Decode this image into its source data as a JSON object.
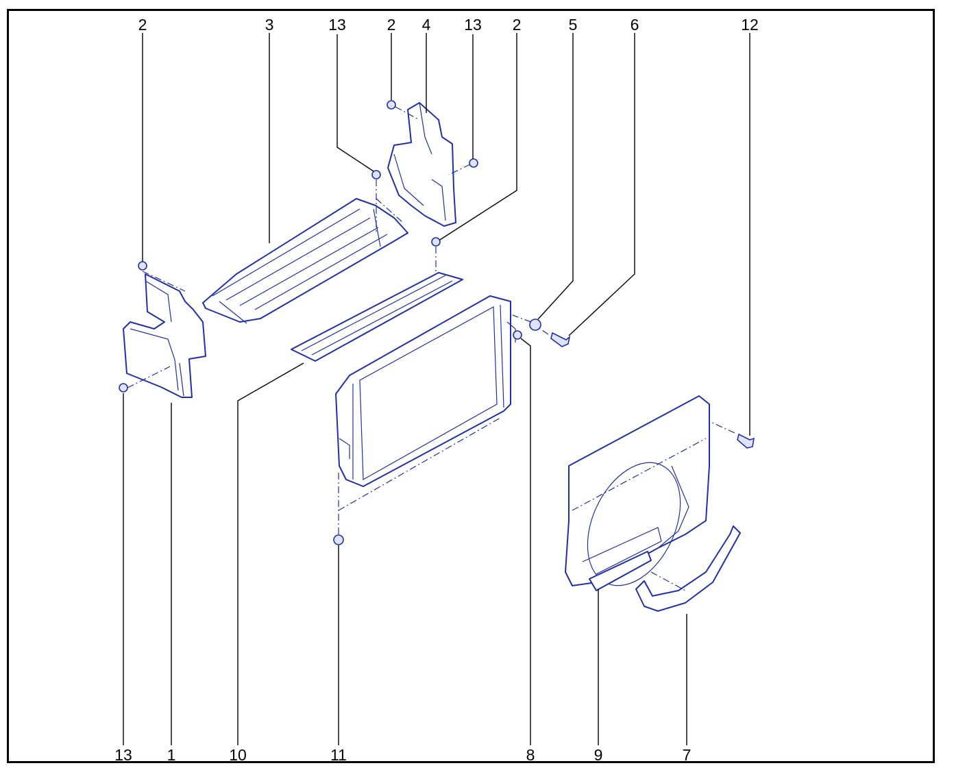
{
  "diagram": {
    "colors": {
      "part_line": "#1f2fa8",
      "frame": "#000000",
      "background": "#ffffff"
    },
    "callouts": {
      "top": [
        "2",
        "3",
        "13",
        "2",
        "4",
        "13",
        "2",
        "5",
        "6",
        "12"
      ],
      "bottom": [
        "13",
        "1",
        "10",
        "11",
        "8",
        "9",
        "7"
      ]
    }
  }
}
